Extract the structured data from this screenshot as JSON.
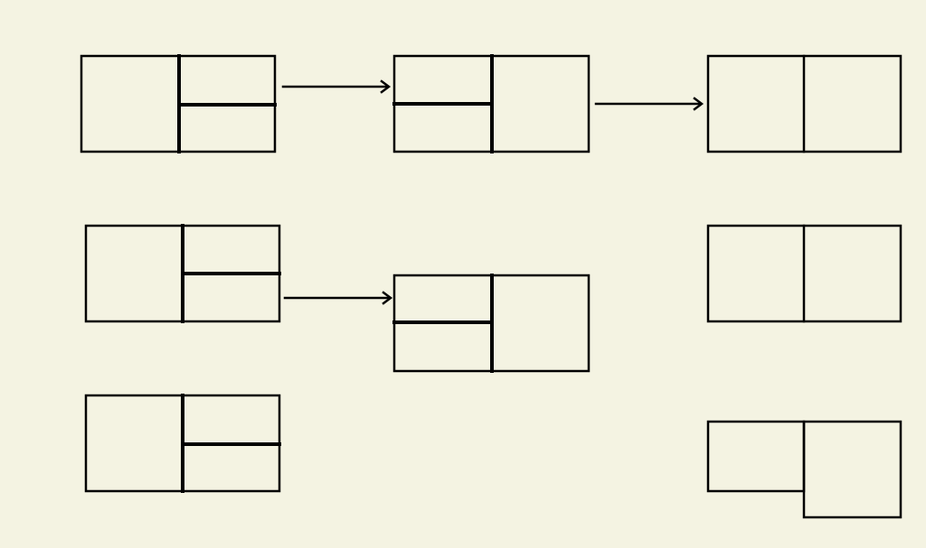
{
  "colors": {
    "background": "#f4f3e2",
    "stroke": "#000000"
  },
  "diagram": {
    "rows": [
      {
        "id": "row-1",
        "items": [
          {
            "id": "block-r1-a",
            "shape": "left-cell-and-split-right-cell"
          },
          {
            "id": "arrow-r1-ab",
            "shape": "arrow-right"
          },
          {
            "id": "block-r1-b",
            "shape": "split-left-cell-and-right-cell"
          },
          {
            "id": "arrow-r1-bc",
            "shape": "arrow-right"
          },
          {
            "id": "block-r1-c",
            "shape": "two-cells"
          }
        ]
      },
      {
        "id": "row-2",
        "items": [
          {
            "id": "block-r2-a",
            "shape": "left-cell-and-split-right-cell"
          },
          {
            "id": "arrow-r2-ab",
            "shape": "arrow-right"
          },
          {
            "id": "block-r2-b",
            "shape": "split-left-cell-and-right-cell"
          },
          {
            "id": "block-r2-c",
            "shape": "two-cells"
          }
        ]
      },
      {
        "id": "row-3",
        "items": [
          {
            "id": "block-r3-a",
            "shape": "left-cell-and-split-right-cell"
          },
          {
            "id": "block-r3-c",
            "shape": "short-left-cell-and-tall-right-cell"
          }
        ]
      }
    ]
  }
}
